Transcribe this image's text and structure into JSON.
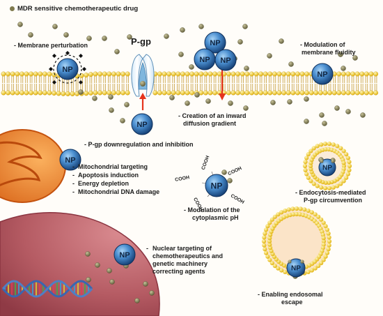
{
  "legend": {
    "label": "MDR sensitive chemotherapeutic drug",
    "dot_color": "#7f7a4e"
  },
  "colors": {
    "np_blue": "#1f5fa3",
    "lipid_head": "#f2d43a",
    "mitochondria": "#e9792a",
    "nucleus": "#b85a62",
    "drug": "#807b52",
    "arrow": "#e5341c"
  },
  "np_label": "NP",
  "pgp_label": "P-gp",
  "cooh_label": "COOH",
  "labels": {
    "membrane_perturbation": "- Membrane perturbation",
    "modulation_fluidity_1": "- Modulation of",
    "modulation_fluidity_2": "membrane fluidity",
    "inward_gradient_1": "- Creation of an inward",
    "inward_gradient_2": "diffusion gradient",
    "pgp_downregulation": "- P-gp downregulation and inhibition",
    "endocytosis_1": "- Endocytosis-mediated",
    "endocytosis_2": "P-gp circumvention",
    "cytoplasmic_ph_1": "- Modulation of the",
    "cytoplasmic_ph_2": "cytoplasmic pH",
    "nuclear_1": "Nuclear targeting of",
    "nuclear_2": "chemotherapeutics and",
    "nuclear_3": "genetic machinery",
    "nuclear_4": "correcting agents",
    "endosomal_1": "- Enabling endosomal",
    "endosomal_2": "escape"
  },
  "mito_items": [
    "Mitochondrial targeting",
    "Apoptosis induction",
    "Energy depletion",
    "Mitochondrial DNA damage"
  ]
}
